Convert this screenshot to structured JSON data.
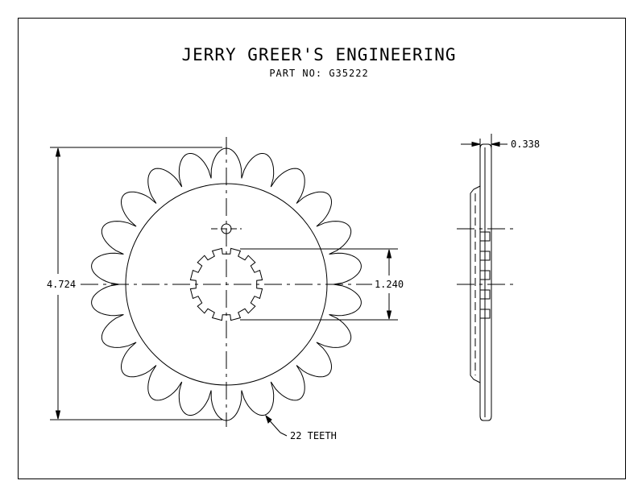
{
  "title": "JERRY GREER'S ENGINEERING",
  "part_number": "PART NO: G35222",
  "dimensions": {
    "outer_diameter": "4.724",
    "bore_diameter": "1.240",
    "thickness": "0.338"
  },
  "teeth_label": "22 TEETH",
  "teeth_count": 22,
  "colors": {
    "line": "#000000",
    "background": "#ffffff"
  }
}
